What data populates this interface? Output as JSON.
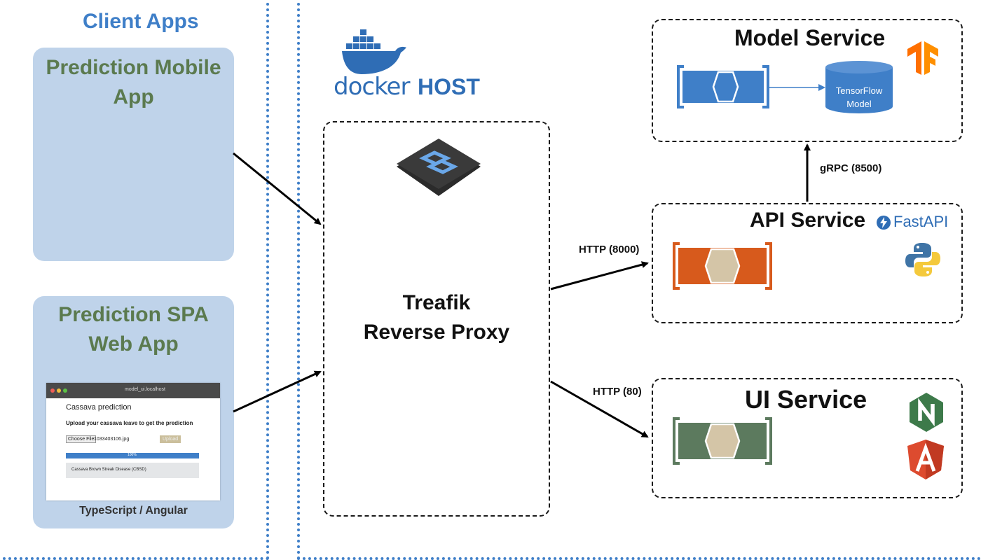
{
  "client_apps": {
    "title": "Client Apps",
    "mobile_app": {
      "title_line1": "Prediction Mobile",
      "title_line2": "App"
    },
    "spa_app": {
      "title_line1": "Prediction SPA",
      "title_line2": "Web App",
      "caption": "TypeScript / Angular",
      "screenshot": {
        "url": "model_ui.localhost",
        "heading": "Cassava prediction",
        "prompt": "Upload your cassava leave to get the prediction",
        "choose_file": "Choose File",
        "file_name": "1033403106.jpg",
        "upload": "Upload",
        "progress": "100%",
        "result": "Cassava Brown Streak Disease (CBSD)"
      }
    }
  },
  "docker_host": {
    "docker_label": "docker",
    "host_label": "HOST"
  },
  "proxy": {
    "line1": "Treafik",
    "line2": "Reverse Proxy",
    "logo_icon": "traefik-logo-icon"
  },
  "model_service": {
    "title": "Model Service",
    "db_line1": "TensorFlow",
    "db_line2": "Model",
    "logo_icon": "tensorflow-logo-icon"
  },
  "api_service": {
    "title": "API Service",
    "fastapi_label": "FastAPI",
    "logo_icons": [
      "fastapi-logo-icon",
      "python-logo-icon"
    ]
  },
  "ui_service": {
    "title": "UI Service",
    "logo_icons": [
      "nginx-logo-icon",
      "angular-logo-icon"
    ]
  },
  "connections": {
    "grpc": "gRPC (8500)",
    "http_api": "HTTP (8000)",
    "http_ui": "HTTP (80)"
  },
  "colors": {
    "region_border": "#3f7fc8",
    "client_card": "#bfd3ea",
    "client_title": "#5b7a4f",
    "model_container": "#3f7fc8",
    "api_container": "#d75a1c",
    "ui_container": "#5c7a5e",
    "hexagon": "#d4c5a7"
  }
}
